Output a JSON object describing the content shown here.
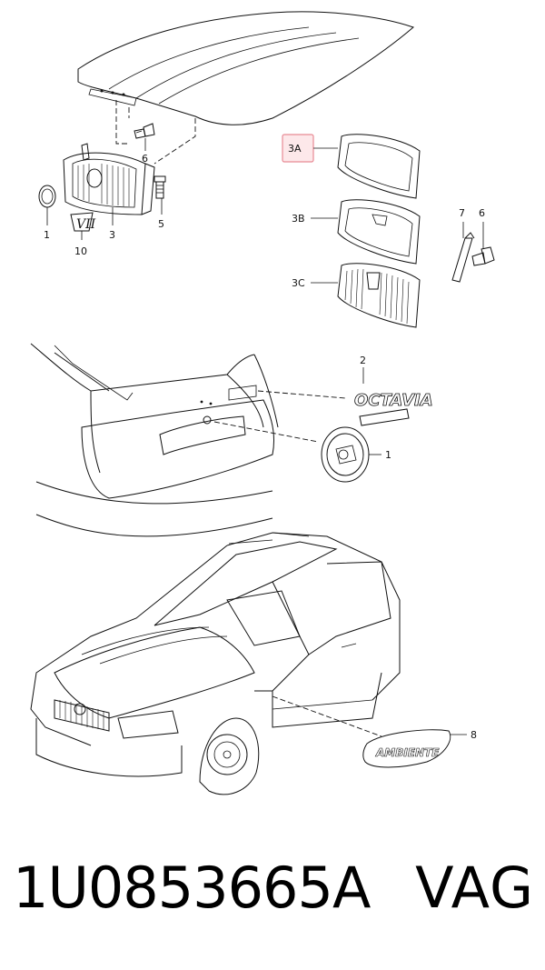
{
  "diagram": {
    "callouts": {
      "c3a": "3A",
      "c3b": "3B",
      "c3c": "3C",
      "c1_top": "1",
      "c10": "10",
      "c3": "3",
      "c5": "5",
      "c6_top": "6",
      "c7": "7",
      "c6_right": "6",
      "c2": "2",
      "c1_mid": "1",
      "c8": "8"
    },
    "emblem_text": {
      "octavia": "OCTAVIA",
      "ambiente": "AMBIENTE"
    },
    "highlight_color": "#e88a95"
  },
  "footer": {
    "part_number": "1U0853665A",
    "brand": "VAG"
  }
}
